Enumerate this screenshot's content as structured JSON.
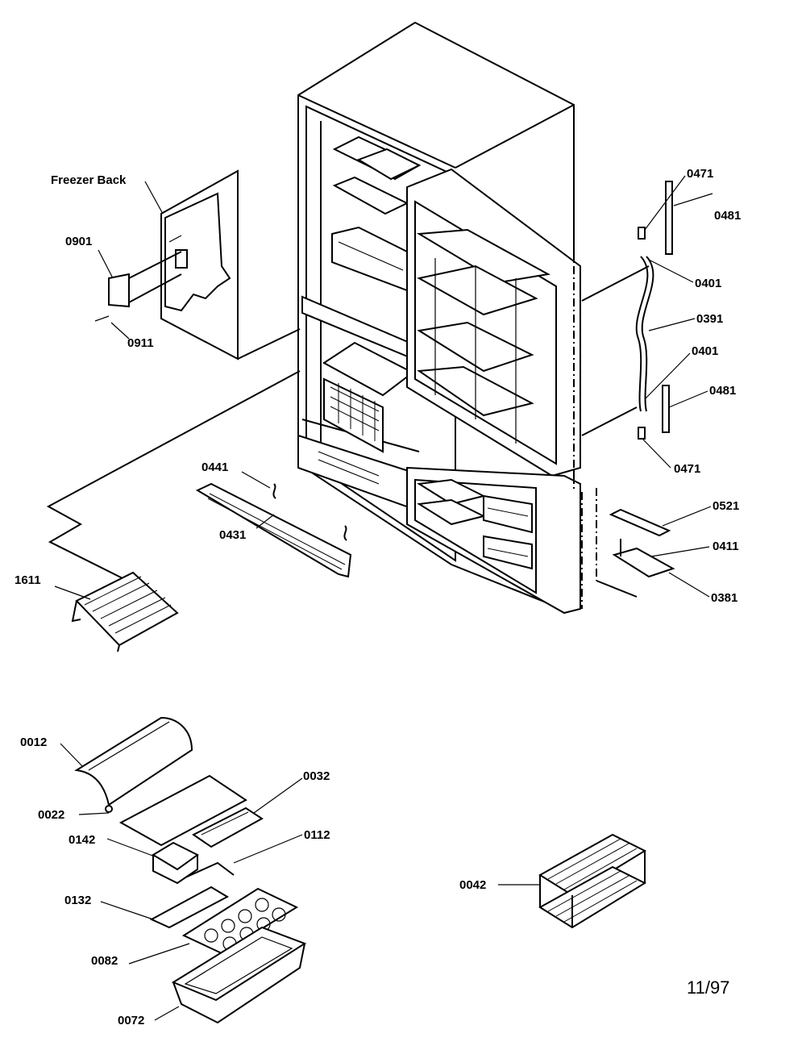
{
  "labels": {
    "freezer_back": "Freezer Back",
    "p0901": "0901",
    "p0911": "0911",
    "p0471_top": "0471",
    "p0481_top": "0481",
    "p0401_top": "0401",
    "p0391": "0391",
    "p0401_bottom": "0401",
    "p0481_bottom": "0481",
    "p0471_bottom": "0471",
    "p0441": "0441",
    "p0431": "0431",
    "p0521": "0521",
    "p0411": "0411",
    "p0381": "0381",
    "p1611": "1611",
    "p0012": "0012",
    "p0022": "0022",
    "p0032": "0032",
    "p0142": "0142",
    "p0112": "0112",
    "p0132": "0132",
    "p0082": "0082",
    "p0072": "0072",
    "p0042": "0042"
  },
  "date": "11/97"
}
